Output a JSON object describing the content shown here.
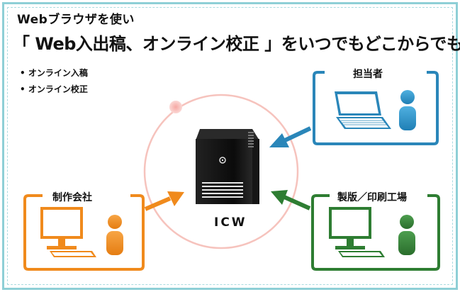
{
  "title": {
    "subtitle": "Webブラウザを使い",
    "headline": "「 Web入出稿、オンライン校正 」をいつでもどこからでも"
  },
  "bullets": [
    "オンライン入稿",
    "オンライン校正"
  ],
  "nodes": {
    "server": "ICW",
    "staff": "担当者",
    "agency": "制作会社",
    "print": "製版／印刷工場"
  },
  "colors": {
    "staff": "#2a86b9",
    "agency": "#f08a1c",
    "print": "#2e7d32",
    "ring": "#f4a6a0",
    "frame": "#8ecfd6"
  }
}
